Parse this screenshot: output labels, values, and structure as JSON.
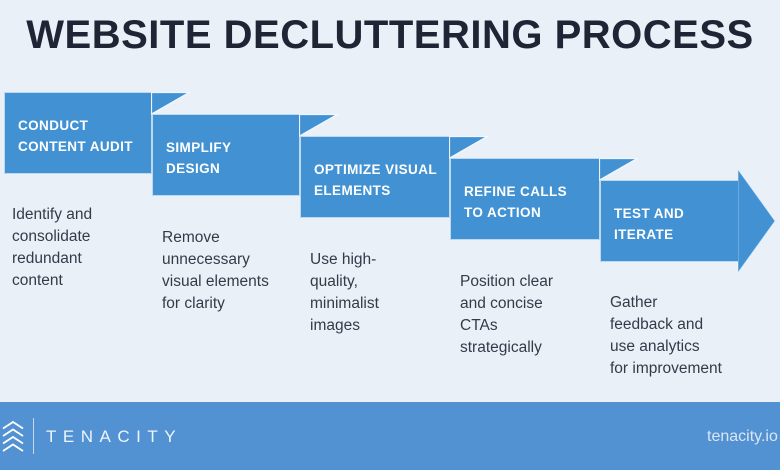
{
  "title": "WEBSITE DECLUTTERING PROCESS",
  "steps": [
    {
      "label": "CONDUCT CONTENT AUDIT",
      "label_lines": [
        "CONDUCT",
        "CONTENT AUDIT"
      ],
      "desc_lines": [
        "Identify and",
        "consolidate",
        "redundant",
        "content"
      ]
    },
    {
      "label": "SIMPLIFY DESIGN",
      "label_lines": [
        "SIMPLIFY",
        "DESIGN"
      ],
      "desc_lines": [
        "Remove",
        "unnecessary",
        "visual elements",
        "for clarity"
      ]
    },
    {
      "label": "OPTIMIZE VISUAL ELEMENTS",
      "label_lines": [
        "OPTIMIZE VISUAL",
        "ELEMENTS"
      ],
      "desc_lines": [
        "Use high-",
        "quality,",
        "minimalist",
        "images"
      ]
    },
    {
      "label": "REFINE CALLS TO ACTION",
      "label_lines": [
        "REFINE CALLS",
        "TO ACTION"
      ],
      "desc_lines": [
        "Position clear",
        "and concise",
        "CTAs",
        "strategically"
      ]
    },
    {
      "label": "TEST AND ITERATE",
      "label_lines": [
        "TEST AND",
        "ITERATE"
      ],
      "desc_lines": [
        "Gather",
        "feedback and",
        "use analytics",
        "for improvement"
      ]
    }
  ],
  "footer": {
    "brand": "TENACITY",
    "website": "tenacity.io",
    "logo_icon": "chevron-tree-icon"
  },
  "colors": {
    "background": "#e9f0f8",
    "step_blue": "#4292d3",
    "footer_blue": "#5292d2",
    "title_text": "#1f2535",
    "description_text": "#343b48",
    "label_text": "#ffffff"
  }
}
